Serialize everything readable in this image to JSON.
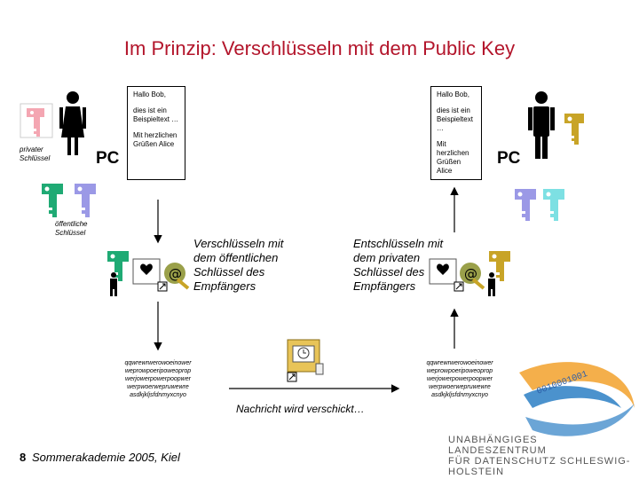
{
  "title": "Im Prinzip: Verschlüsseln mit dem Public Key",
  "letter": {
    "greeting": "Hallo Bob,",
    "body": "dies ist ein Beispieltext …",
    "closing": "Mit herzlichen Grüßen Alice"
  },
  "labels": {
    "pc_left": "PC",
    "pc_right": "PC",
    "private_key": "privater Schlüssel",
    "public_keys": "öffentliche Schlüssel",
    "encrypt": "Verschlüsseln mit dem öffentlichen Schlüssel des Empfängers",
    "decrypt": "Entschlüsseln mit dem privaten Schlüssel des Empfängers",
    "message_sent": "Nachricht wird verschickt…"
  },
  "ciphertext": "qqwrewrwerowoeinower weprowpoeripoweoprop werjowerpowerpoopwer werpwoerwepruwewre asdkjkljsfdnmyxcnyo",
  "footer": {
    "page": "8",
    "event": "Sommerakademie 2005, Kiel"
  },
  "logo": {
    "line1": "UNABHÄNGIGES LANDESZENTRUM",
    "line2": "FÜR DATENSCHUTZ SCHLESWIG-HOLSTEIN",
    "digits": "0010001001"
  },
  "colors": {
    "title": "#b3152b",
    "key_private_left": "#f4a6b2",
    "key_green": "#1faa74",
    "key_purple": "#9b99e6",
    "key_private_right": "#c8a427",
    "key_cyan": "#7de0e3",
    "key_gray": "#8c8c8c"
  }
}
